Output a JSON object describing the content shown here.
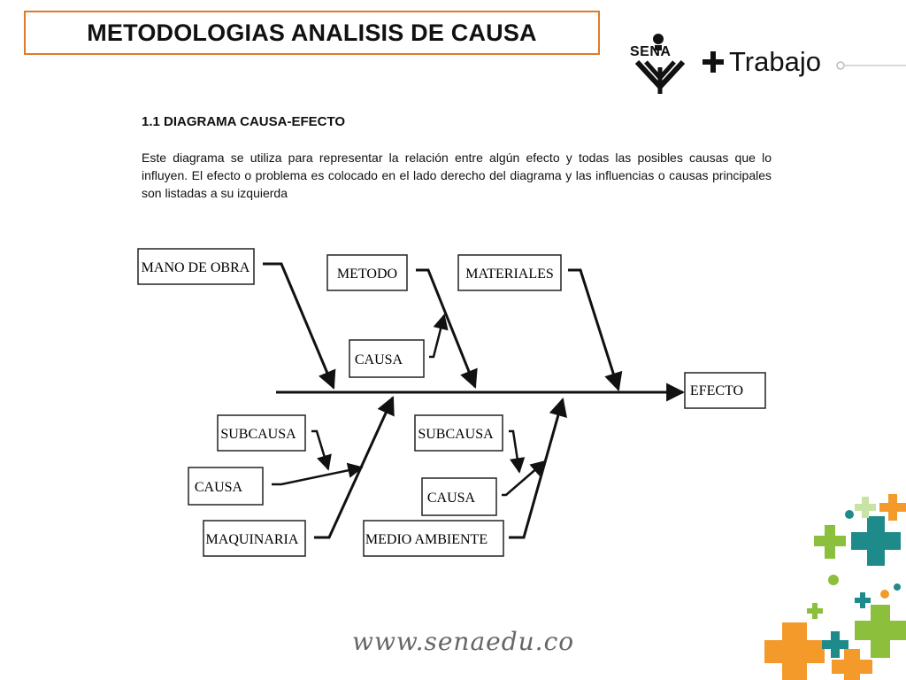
{
  "header": {
    "title": "METODOLOGIAS ANALISIS DE CAUSA"
  },
  "branding": {
    "sena_label": "SENA",
    "slogan": "Trabajo",
    "website": "www.senaedu.co",
    "accent_color": "#e07b2a"
  },
  "section": {
    "heading": "1.1 DIAGRAMA CAUSA-EFECTO",
    "body": "Este diagrama se utiliza para representar la relación entre algún efecto y todas las posibles causas que lo influyen. El efecto o problema es colocado en el lado derecho del diagrama y las influencias o causas principales son listadas a su izquierda"
  },
  "diagram": {
    "effect": "EFECTO",
    "boxes": {
      "mano_de_obra": "MANO DE OBRA",
      "metodo": "METODO",
      "materiales": "MATERIALES",
      "causa_top": "CAUSA",
      "subcausa_left": "SUBCAUSA",
      "causa_left": "CAUSA",
      "maquinaria": "MAQUINARIA",
      "subcausa_right": "SUBCAUSA",
      "causa_right": "CAUSA",
      "medio_ambiente": "MEDIO AMBIENTE"
    }
  }
}
